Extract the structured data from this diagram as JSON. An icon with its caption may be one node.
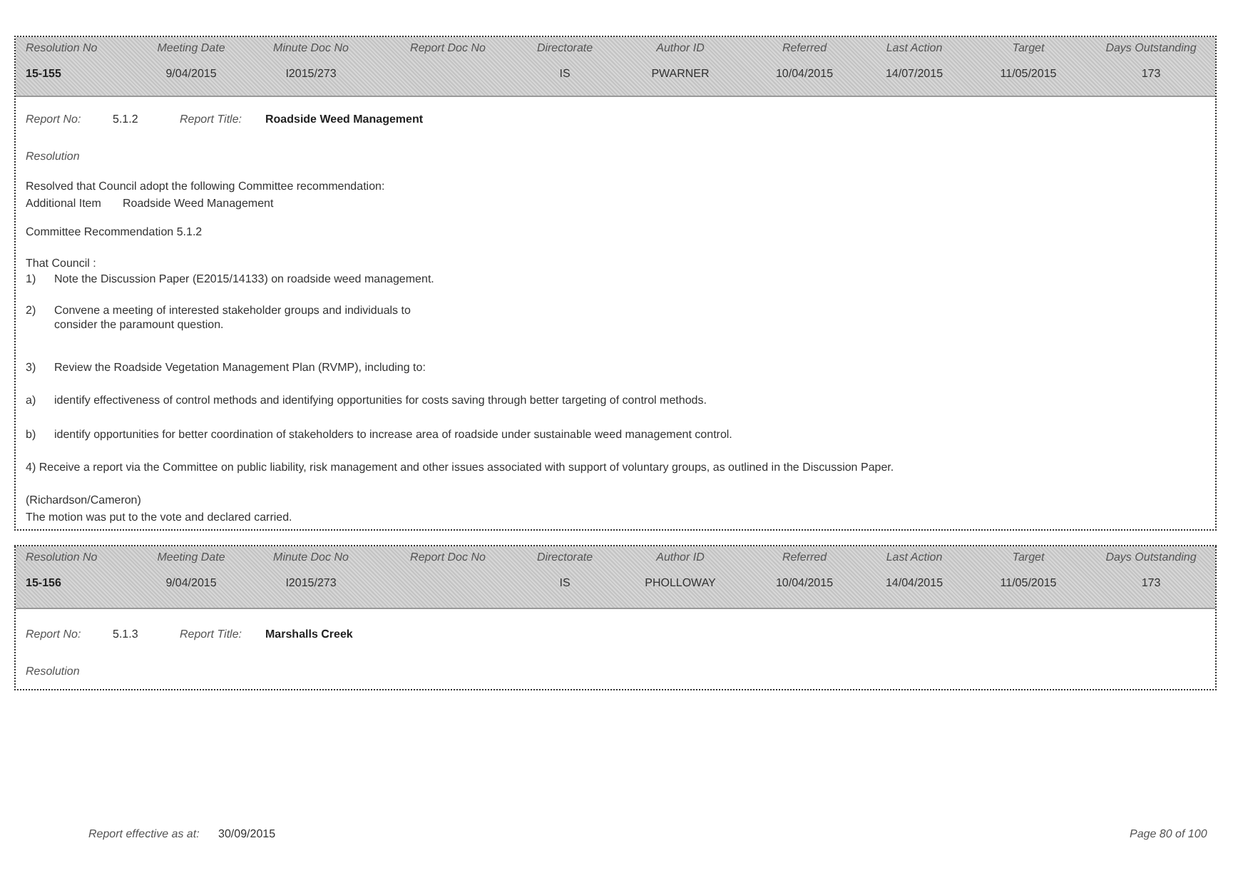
{
  "diagram": {
    "labels": [
      "Resolution No",
      "Meeting Date",
      "Minute Doc No",
      "Report Doc No",
      "Directorate",
      "Author ID",
      "Referred",
      "Last Action",
      "Target",
      "Days Outstanding",
      "15-155",
      "9/04/2015",
      "I2015/273",
      "IS",
      "PWARNER",
      "10/04/2015",
      "14/07/2015",
      "11/05/2015",
      "173",
      "Report No:",
      "5.1.2",
      "Report Title:",
      "Roadside Weed Management",
      "Resolution",
      "Resolved that Council adopt the following Committee recommendation:",
      "Additional Item",
      "Roadside Weed Management",
      "Committee Recommendation 5.1.2",
      "That Council :",
      "1)",
      "Note the Discussion Paper (E2015/14133) on roadside weed management.",
      "2)",
      "Convene a meeting of interested stakeholder groups and individuals to consider the paramount question.",
      "3)",
      "Review the Roadside Vegetation Management Plan (RVMP), including to:",
      "a)",
      "identify effectiveness of control methods and identifying opportunities for costs saving through better targeting of control methods.",
      "b)",
      "identify opportunities for better coordination of stakeholders to increase area of roadside under sustainable weed management control.",
      "4) Receive a report via the Committee on public liability, risk management and other issues associated with support of voluntary groups, as outlined in the Discussion Paper.",
      "(Richardson/Cameron)",
      "The motion was put to the vote and declared carried.",
      "Resolution No",
      "Meeting Date",
      "Minute Doc No",
      "Report Doc No",
      "Directorate",
      "Author ID",
      "Referred",
      "Last Action",
      "Target",
      "Days Outstanding",
      "15-156",
      "9/04/2015",
      "I2015/273",
      "IS",
      "PHOLLOWAY",
      "10/04/2015",
      "14/04/2015",
      "11/05/2015",
      "173",
      "Report No:",
      "5.1.3",
      "Report Title:",
      "Marshalls Creek",
      "Resolution",
      "Report effective as at:",
      "30/09/2015",
      "Page 80 of 100"
    ]
  }
}
